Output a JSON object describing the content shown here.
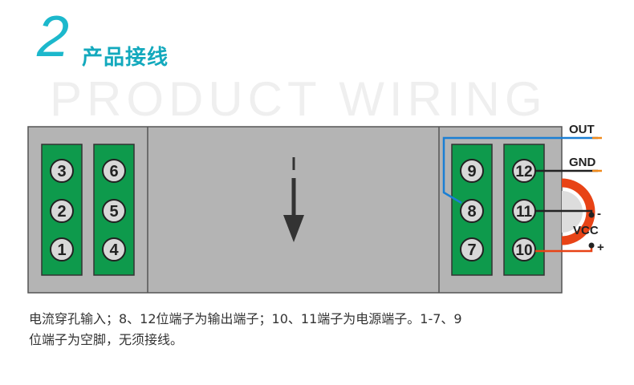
{
  "header": {
    "number": "2",
    "title_cn": "产品接线",
    "title_en": "PRODUCT WIRING"
  },
  "terminals": {
    "left_a": [
      "3",
      "2",
      "1"
    ],
    "left_b": [
      "6",
      "5",
      "4"
    ],
    "right_a": [
      "9",
      "8",
      "7"
    ],
    "right_b": [
      "12",
      "11",
      "10"
    ]
  },
  "labels": {
    "out": "OUT",
    "gnd": "GND",
    "vcc": "VCC",
    "minus": "-",
    "plus": "+"
  },
  "caption": {
    "line1": "电流穿孔输入；8、12位端子为输出端子；10、11端子为电源端子。1-7、9",
    "line2": "位端子为空脚，无须接线。"
  },
  "colors": {
    "body": "#b4b4b4",
    "terminal_block": "#0e9a4c",
    "accent": "#13a9bd",
    "out_wire": "#1a7fd4",
    "power_wire": "#e84316"
  }
}
